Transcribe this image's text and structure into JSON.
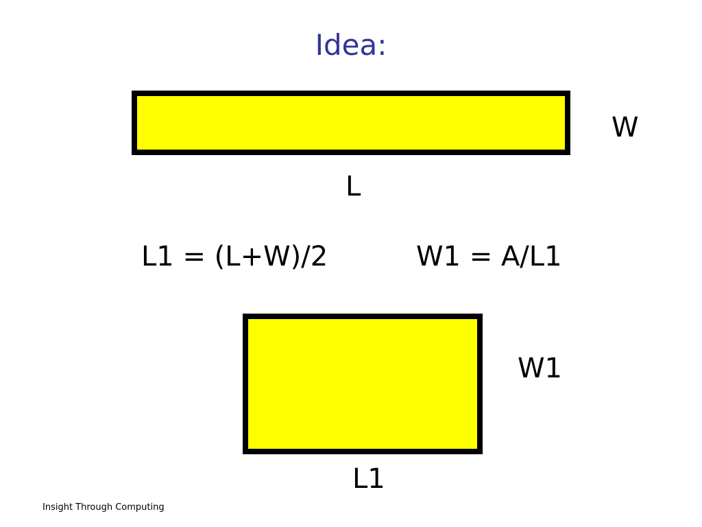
{
  "title": "Idea:",
  "colors": {
    "title": "#333399",
    "rect_fill": "#ffff00",
    "rect_border": "#000000",
    "text": "#000000"
  },
  "rect_top": {
    "width_label": "W",
    "length_label": "L"
  },
  "formulas": {
    "l1": "L1 = (L+W)/2",
    "w1": "W1 = A/L1"
  },
  "rect_bottom": {
    "width_label": "W1",
    "length_label": "L1"
  },
  "footer": "Insight Through Computing"
}
